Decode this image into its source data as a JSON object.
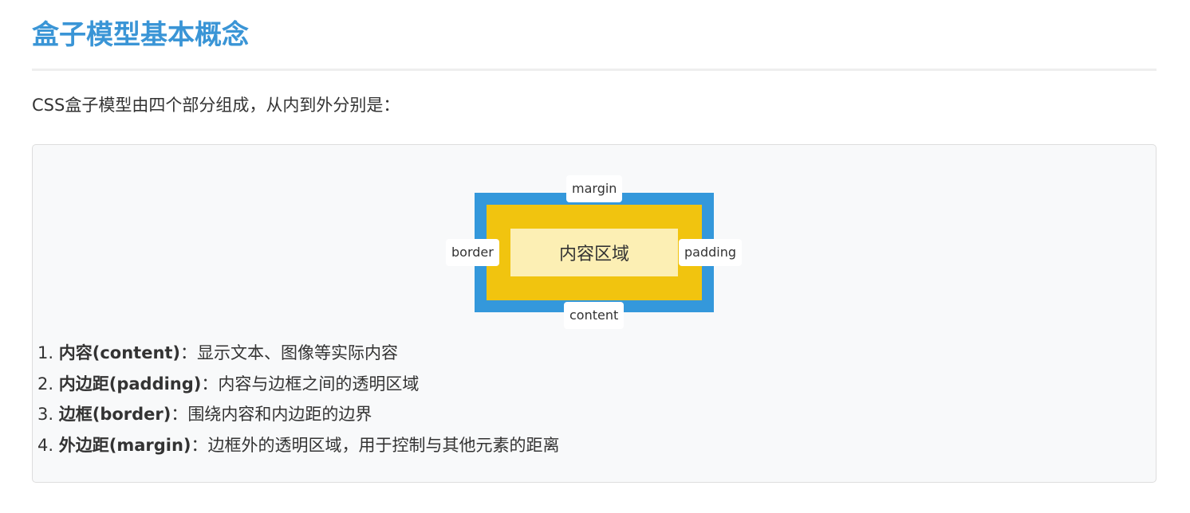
{
  "page": {
    "title": "盒子模型基本概念",
    "intro": "CSS盒子模型由四个部分组成，从内到外分别是："
  },
  "diagram": {
    "content_text": "内容区域",
    "labels": {
      "margin": "margin",
      "border": "border",
      "padding": "padding",
      "content": "content"
    },
    "colors": {
      "margin": "#3498db",
      "border": "#f1c40f",
      "content": "#fcefb4"
    }
  },
  "parts": [
    {
      "index": "1.",
      "term": "内容(content)",
      "separator": "：",
      "description": "显示文本、图像等实际内容"
    },
    {
      "index": "2.",
      "term": "内边距(padding)",
      "separator": "：",
      "description": "内容与边框之间的透明区域"
    },
    {
      "index": "3.",
      "term": "边框(border)",
      "separator": "：",
      "description": "围绕内容和内边距的边界"
    },
    {
      "index": "4.",
      "term": "外边距(margin)",
      "separator": "：",
      "description": "边框外的透明区域，用于控制与其他元素的距离"
    }
  ],
  "theme": {
    "title_color": "#3a95d6",
    "text_color": "#333333",
    "panel_background": "#f8f9fa",
    "panel_border": "#dddddd"
  }
}
